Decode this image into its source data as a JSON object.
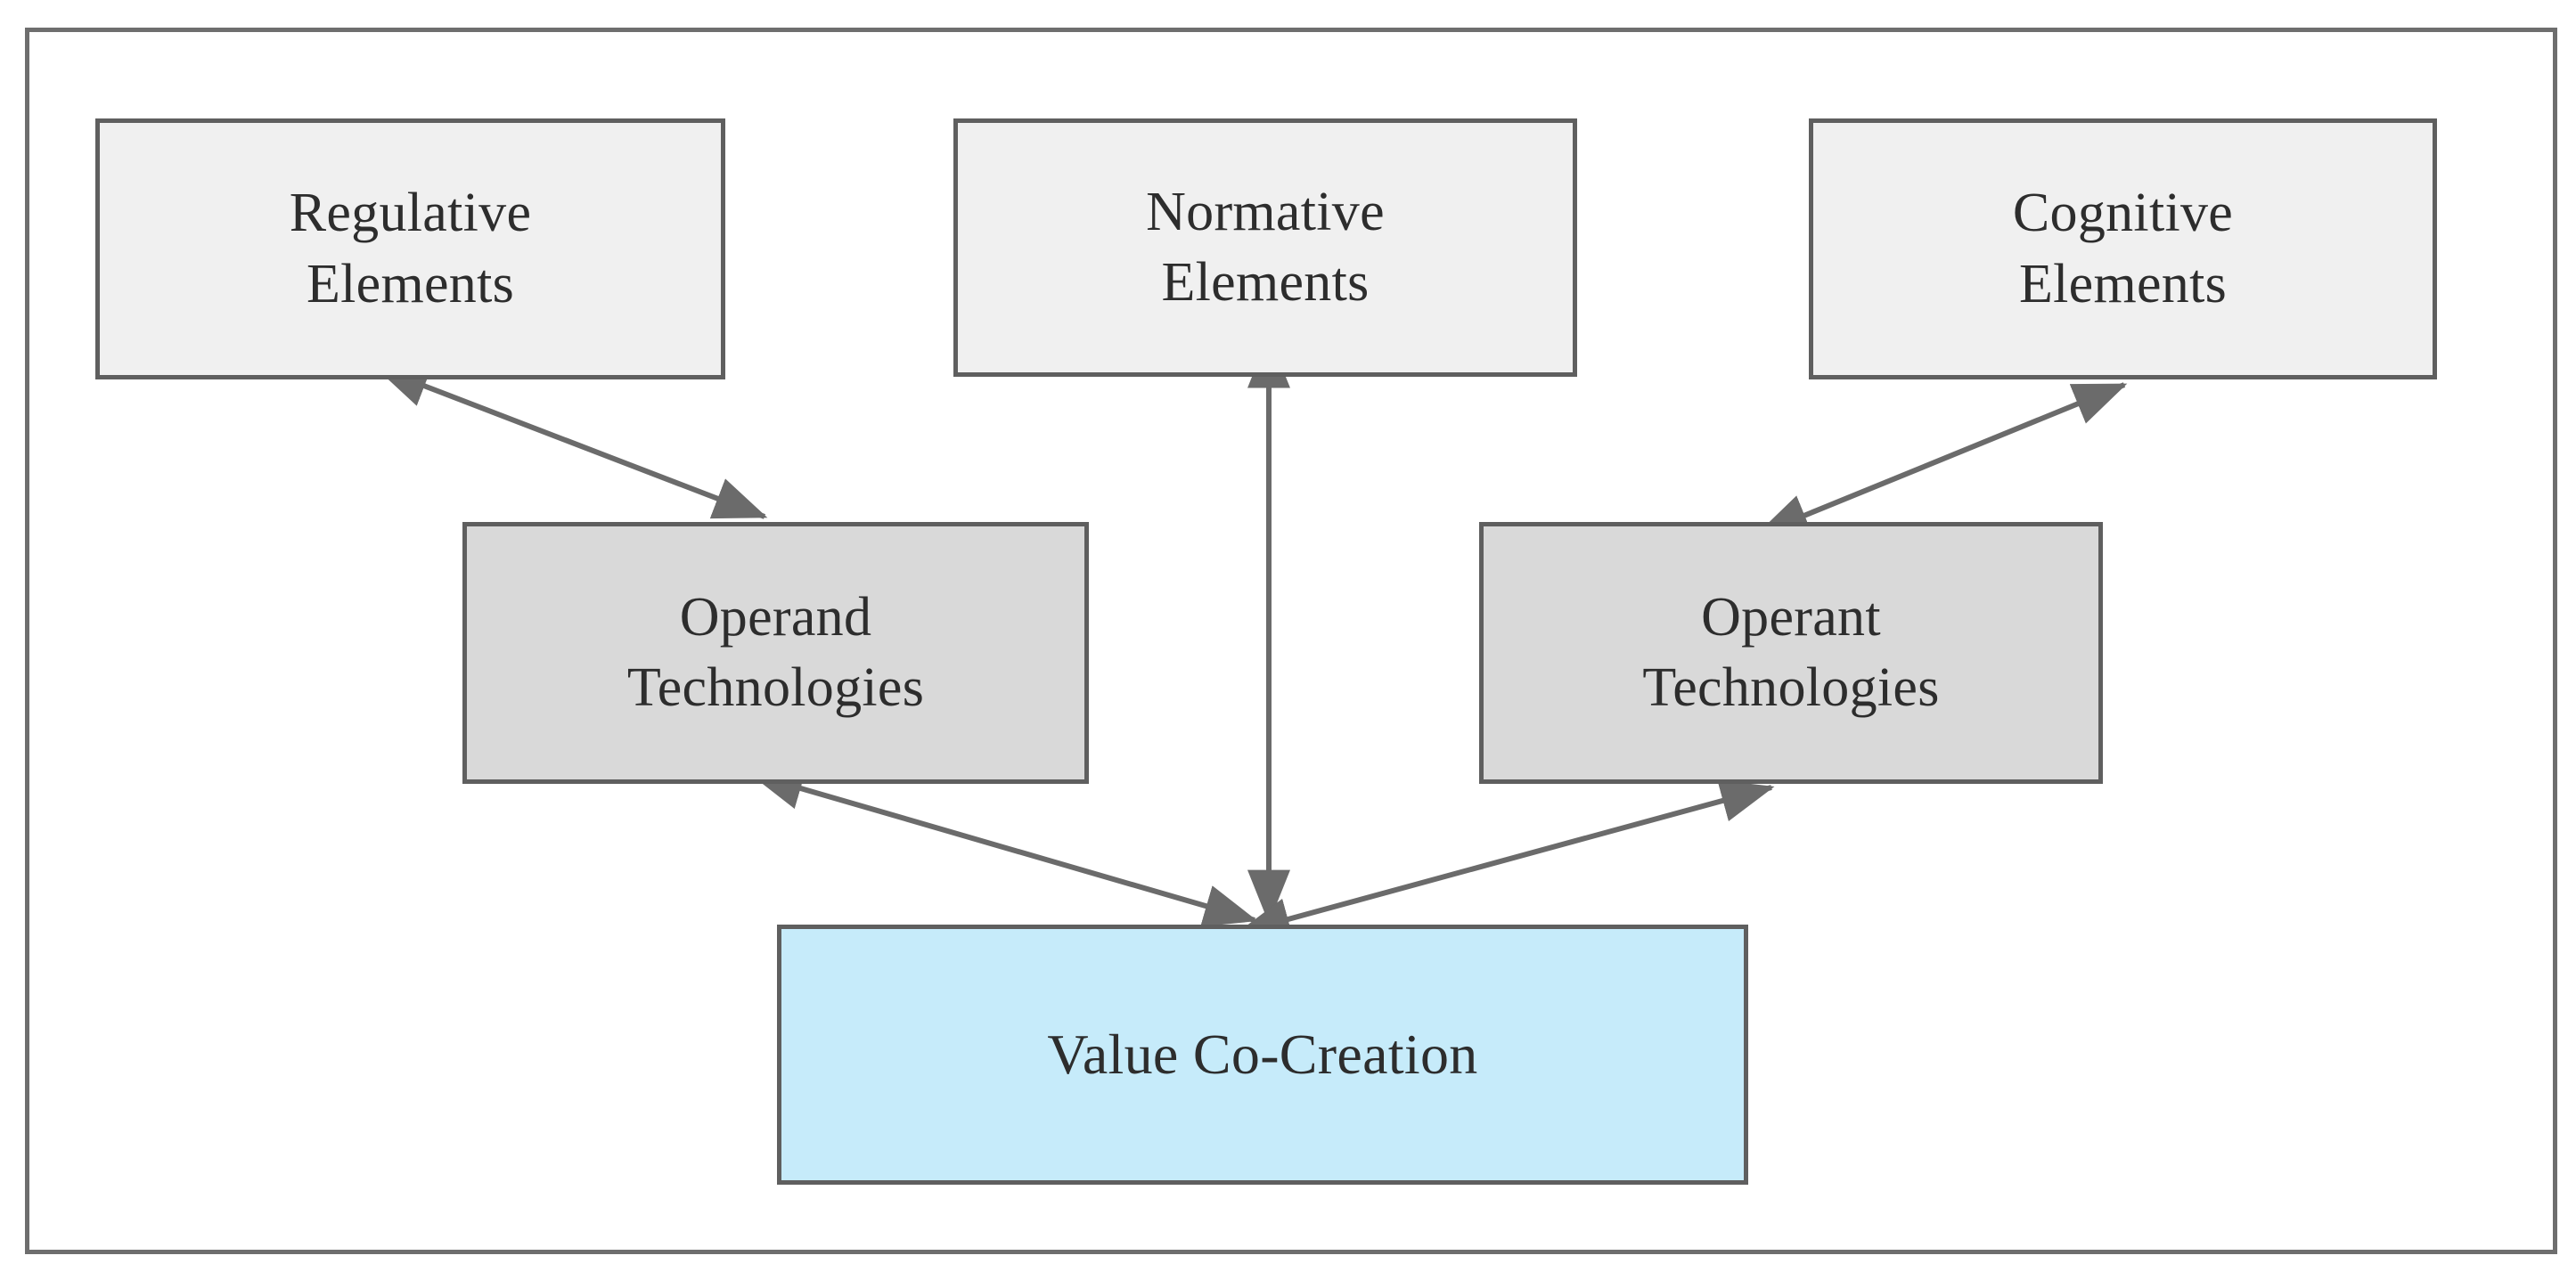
{
  "diagram": {
    "type": "conceptual-framework",
    "frame": {
      "border_color": "#6e6e6e"
    },
    "palette": {
      "institution_fill": "#f0f0f0",
      "technology_fill": "#d9d9d9",
      "outcome_fill": "#c6ebfa",
      "node_border": "#5f5f5f",
      "arrow_color": "#6b6b6b",
      "text_color": "#2d2d2d"
    },
    "nodes": [
      {
        "id": "regulative",
        "label": "Regulative Elements",
        "line1": "Regulative",
        "line2": "Elements",
        "group": "institution",
        "fill": "#f0f0f0"
      },
      {
        "id": "normative",
        "label": "Normative Elements",
        "line1": "Normative",
        "line2": "Elements",
        "group": "institution",
        "fill": "#f0f0f0"
      },
      {
        "id": "cognitive",
        "label": "Cognitive Elements",
        "line1": "Cognitive",
        "line2": "Elements",
        "group": "institution",
        "fill": "#f0f0f0"
      },
      {
        "id": "operand",
        "label": "Operand Technologies",
        "line1": "Operand",
        "line2": "Technologies",
        "group": "technology",
        "fill": "#d9d9d9"
      },
      {
        "id": "operant",
        "label": "Operant Technologies",
        "line1": "Operant",
        "line2": "Technologies",
        "group": "technology",
        "fill": "#d9d9d9"
      },
      {
        "id": "value",
        "label": "Value Co-Creation",
        "line1": "Value Co-Creation",
        "line2": "",
        "group": "outcome",
        "fill": "#c6ebfa"
      }
    ],
    "edges": [
      {
        "id": "regulative-operand",
        "from": "regulative",
        "to": "operand",
        "style": "double-headed-arrow"
      },
      {
        "id": "cognitive-operant",
        "from": "cognitive",
        "to": "operant",
        "style": "double-headed-arrow"
      },
      {
        "id": "normative-value",
        "from": "normative",
        "to": "value",
        "style": "double-headed-arrow"
      },
      {
        "id": "operand-value",
        "from": "operand",
        "to": "value",
        "style": "double-headed-arrow"
      },
      {
        "id": "operant-value",
        "from": "operant",
        "to": "value",
        "style": "double-headed-arrow"
      }
    ]
  }
}
